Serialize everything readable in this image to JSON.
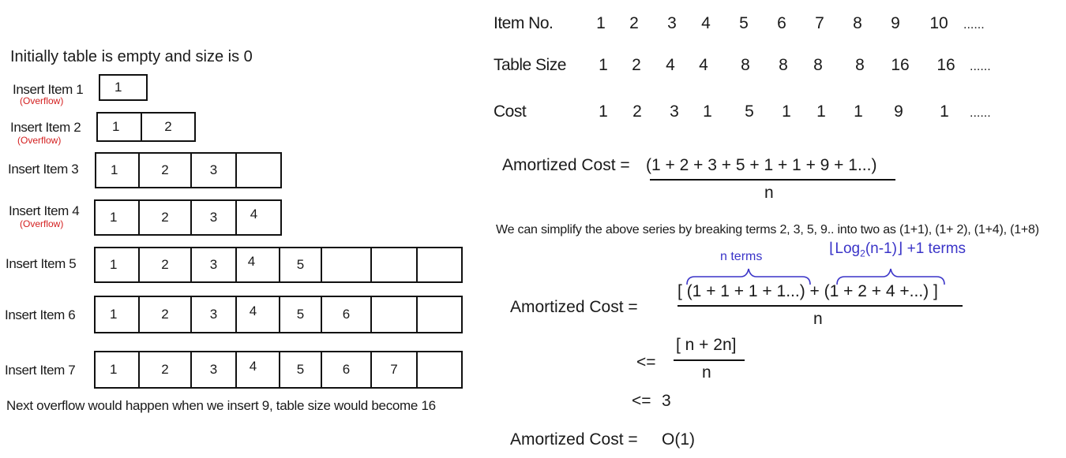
{
  "left": {
    "title": "Initially table is empty and size is 0",
    "rows": [
      {
        "label": "Insert Item 1",
        "overflow": "(Overflow)",
        "cells": [
          "1"
        ]
      },
      {
        "label": "Insert Item 2",
        "overflow": "(Overflow)",
        "cells": [
          "1",
          "2"
        ]
      },
      {
        "label": "Insert Item 3",
        "overflow": "",
        "cells": [
          "1",
          "2",
          "3",
          ""
        ]
      },
      {
        "label": "Insert Item 4",
        "overflow": "(Overflow)",
        "cells": [
          "1",
          "2",
          "3",
          "4"
        ]
      },
      {
        "label": "Insert Item 5",
        "overflow": "",
        "cells": [
          "1",
          "2",
          "3",
          "4",
          "5",
          "",
          "",
          ""
        ]
      },
      {
        "label": "Insert Item 6",
        "overflow": "",
        "cells": [
          "1",
          "2",
          "3",
          "4",
          "5",
          "6",
          "",
          ""
        ]
      },
      {
        "label": "Insert Item 7",
        "overflow": "",
        "cells": [
          "1",
          "2",
          "3",
          "4",
          "5",
          "6",
          "7",
          ""
        ]
      }
    ],
    "footer": "Next overflow would happen when we insert 9, table size would become 16"
  },
  "table": {
    "rows": [
      {
        "label": "Item No.",
        "values": [
          "1",
          "2",
          "3",
          "4",
          "5",
          "6",
          "7",
          "8",
          "9",
          "10"
        ],
        "dots": "......"
      },
      {
        "label": "Table Size",
        "values": [
          "1",
          "2",
          "4",
          "4",
          "8",
          "8",
          "8",
          "8",
          "16",
          "16"
        ],
        "dots": "......"
      },
      {
        "label": "Cost",
        "values": [
          "1",
          "2",
          "3",
          "1",
          "5",
          "1",
          "1",
          "1",
          "9",
          "1"
        ],
        "dots": "......"
      }
    ]
  },
  "formula1": {
    "lhs": "Amortized Cost =",
    "numerator": "(1 + 2 + 3 + 5 + 1 + 1 + 9 + 1...)",
    "denominator": "n"
  },
  "explanation": "We can simplify the above series by breaking terms 2, 3, 5, 9.. into two as (1+1), (1+ 2), (1+4), (1+8)",
  "formula2": {
    "brace_left_label": "n terms",
    "brace_right_label_a": "⌊Log",
    "brace_right_label_sub": "2",
    "brace_right_label_b": "(n-1)⌋ +1  terms",
    "lhs": "Amortized Cost  =",
    "open": "[",
    "group1": "(1 + 1 + 1 + 1...)",
    "plus": "+",
    "group2": "(1 + 2 + 4  +...)",
    "close": "]",
    "denominator": "n"
  },
  "formula3": {
    "op": "<=",
    "numerator": "[ n + 2n]",
    "denominator": "n"
  },
  "formula4": {
    "op": "<=",
    "value": "3"
  },
  "formula5": {
    "lhs": "Amortized Cost  =",
    "value": "O(1)"
  }
}
